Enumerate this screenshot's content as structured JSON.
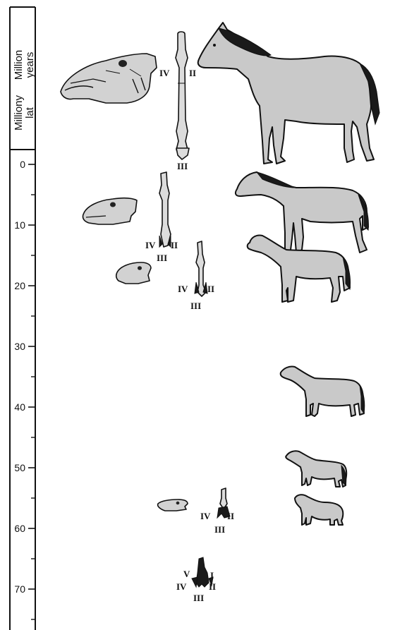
{
  "axis": {
    "title_line1": "Million",
    "title_line2": "years",
    "title_line3": "Milliony",
    "title_line4": "lat",
    "ticks": [
      {
        "label": "0",
        "value": 0
      },
      {
        "label": "10",
        "value": 10
      },
      {
        "label": "20",
        "value": 20
      },
      {
        "label": "30",
        "value": 30
      },
      {
        "label": "40",
        "value": 40
      },
      {
        "label": "50",
        "value": 50
      },
      {
        "label": "60",
        "value": 60
      },
      {
        "label": "70",
        "value": 70
      }
    ]
  },
  "digit_labels": {
    "modern": {
      "left": "IV",
      "right": "II",
      "bottom": "III"
    },
    "merychippus": {
      "left": "IV",
      "right": "II",
      "bottom": "III"
    },
    "mesohippus": {
      "left": "IV",
      "right": "II",
      "bottom": "III"
    },
    "hyracotherium": {
      "left": "IV",
      "right": "II",
      "bottom": "III"
    },
    "ancestor": {
      "v": "V",
      "i": "I",
      "left": "IV",
      "right": "II",
      "bottom": "III"
    }
  },
  "colors": {
    "shade": "#c9c9c9",
    "mane": "#2a2a2a",
    "line": "#111111"
  }
}
